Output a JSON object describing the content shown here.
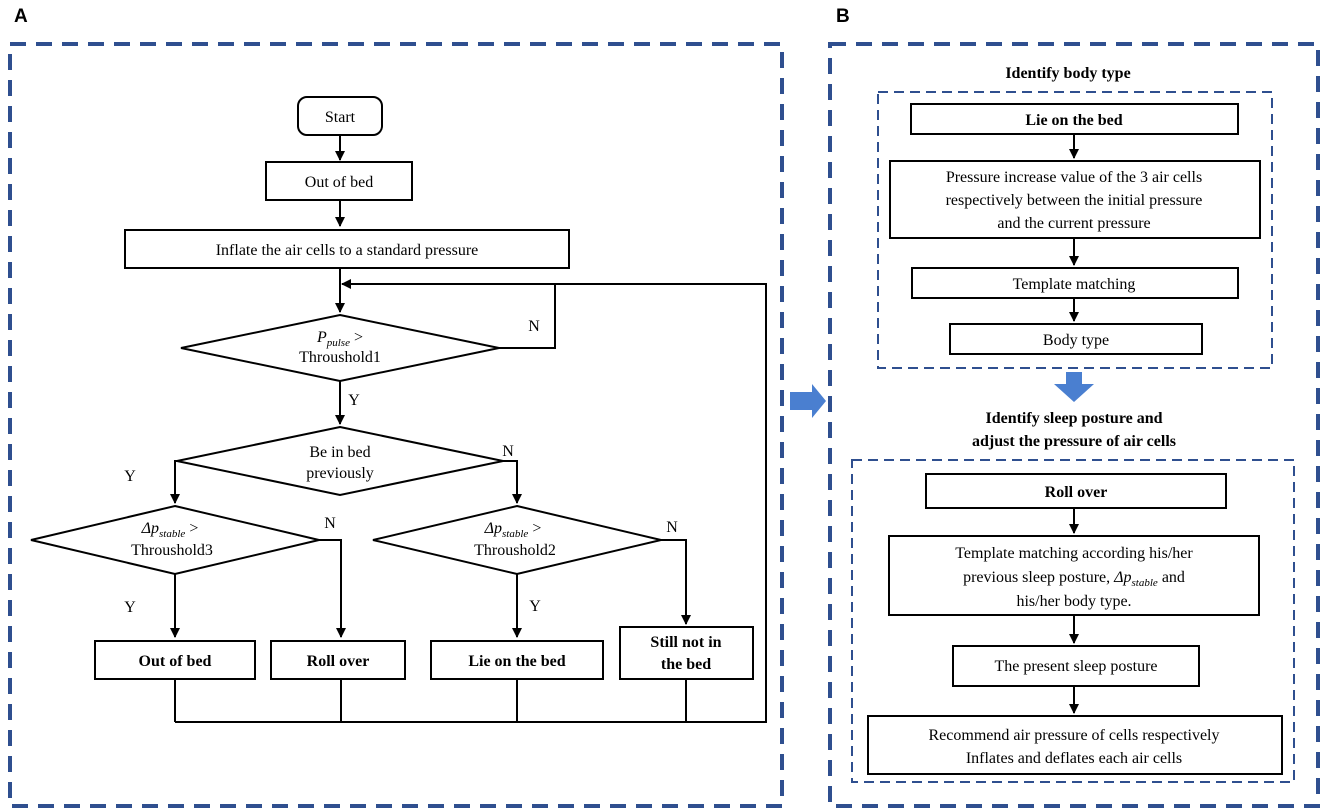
{
  "panels": {
    "a_label": "A",
    "b_label": "B"
  },
  "flow_a": {
    "start": "Start",
    "out_of_bed_1": "Out of bed",
    "inflate": "Inflate the air cells to a standard pressure",
    "d1_var": "P",
    "d1_sub": "pulse",
    "d1_op": " >",
    "d1_line2": "Throushold1",
    "d1_no": "N",
    "d1_yes": "Y",
    "d2_line1": "Be in bed",
    "d2_line2": "previously",
    "d2_yes": "Y",
    "d2_no": "N",
    "d3_var": "Δp",
    "d3_sub": "stable",
    "d3_op": " >",
    "d3_line2": "Throushold3",
    "d3_no": "N",
    "d3_yes": "Y",
    "d4_var": "Δp",
    "d4_sub": "stable",
    "d4_op": " >",
    "d4_line2": "Throushold2",
    "d4_no": "N",
    "d4_yes": "Y",
    "out_of_bed_2": "Out of bed",
    "roll_over": "Roll over",
    "lie_on_bed": "Lie on the bed",
    "still_line1": "Still not in",
    "still_line2": "the  bed"
  },
  "flow_b": {
    "title1": "Identify body type",
    "lie": "Lie on the bed",
    "pressure_l1": "Pressure increase value of the 3 air cells",
    "pressure_l2": "respectively between the initial pressure",
    "pressure_l3": "and the current pressure",
    "template1": "Template matching",
    "body_type": "Body type",
    "title2_l1": "Identify sleep posture and",
    "title2_l2": "adjust the pressure of air cells",
    "roll": "Roll over",
    "tm_l1": "Template matching according his/her",
    "tm_l2_pre": "previous sleep posture, ",
    "tm_l2_var": "Δp",
    "tm_l2_sub": "stable",
    "tm_l2_post": " and",
    "tm_l3": "his/her body type.",
    "present": "The present sleep posture",
    "rec_l1": "Recommend air pressure of cells respectively",
    "rec_l2": "Inflates and deflates each air cells"
  },
  "colors": {
    "dash_border": "#2f4f8f",
    "arrow_blue": "#4a7fd0",
    "line": "#000000"
  }
}
